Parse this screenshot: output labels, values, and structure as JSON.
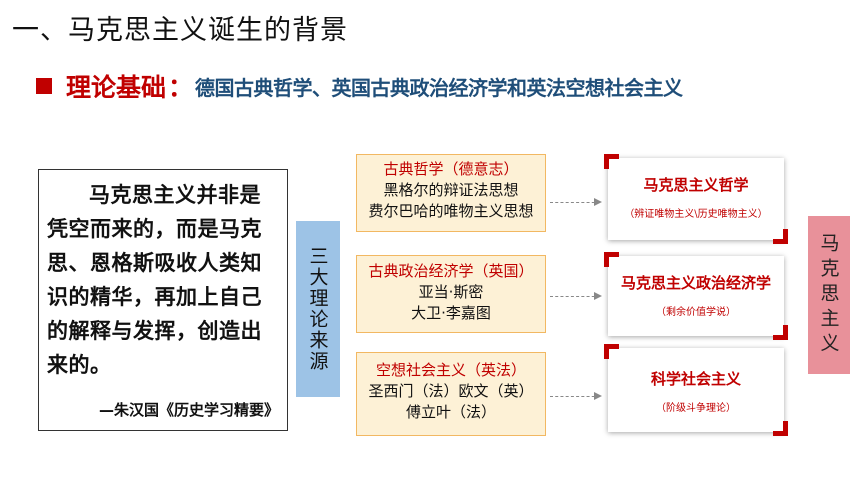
{
  "title": "一、马克思主义诞生的背景",
  "theory": {
    "label": "理论基础",
    "colon": "：",
    "text": "德国古典哲学、英国古典政治经济学和英法空想社会主义"
  },
  "quote": {
    "body": "马克思主义并非是凭空而来的，而是马克思、恩格斯吸收人类知识的精华，再加上自己的解释与发挥，创造出来的。",
    "source": "—朱汉国《历史学习精要》"
  },
  "sources_label": "三大理论来源",
  "sources": [
    {
      "title": "古典哲学（德意志）",
      "lines": [
        "黑格尔的辩证法思想",
        "费尔巴哈的唯物主义思想"
      ]
    },
    {
      "title": "古典政治经济学（英国）",
      "lines": [
        "亚当·斯密",
        "大卫·李嘉图"
      ]
    },
    {
      "title": "空想社会主义（英法）",
      "lines": [
        "圣西门（法）欧文（英）",
        "傅立叶（法）"
      ]
    }
  ],
  "results": [
    {
      "title": "马克思主义哲学",
      "sub": "（辨证唯物主义\\历史唯物主义）"
    },
    {
      "title": "马克思主义政治经济学",
      "sub": "（剩余价值学说）"
    },
    {
      "title": "科学社会主义",
      "sub": "（阶级斗争理论）"
    }
  ],
  "marxism_label": "马克思主义",
  "colors": {
    "accent_red": "#c00000",
    "theory_blue": "#1f4e79",
    "source_fill": "#fdf1d6",
    "source_border": "#f2b862",
    "sources_box": "#9dc3e6",
    "marxism_box": "#e8919a"
  }
}
